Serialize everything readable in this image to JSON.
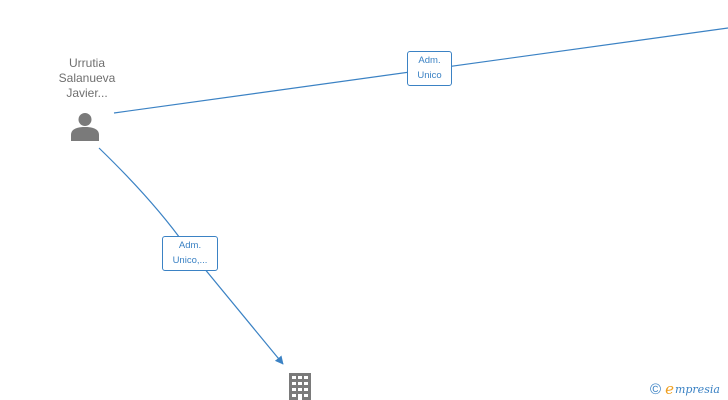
{
  "person": {
    "name_lines": [
      "Urrutia",
      "Salanueva",
      "Javier..."
    ],
    "icon": "person-icon"
  },
  "company": {
    "icon": "building-icon"
  },
  "edges": [
    {
      "label_lines": [
        "Adm.",
        "Unico"
      ]
    },
    {
      "label_lines": [
        "Adm.",
        "Unico,..."
      ]
    }
  ],
  "brand": {
    "copyright_symbol": "©",
    "logo_letter": "e",
    "logo_rest": "mpresia",
    "logo_letter_color": "#f0a020",
    "logo_text_color": "#3b82c4"
  },
  "colors": {
    "edge": "#3b82c4",
    "node_icon": "#7a7a7a",
    "node_text": "#6f6f6f"
  }
}
